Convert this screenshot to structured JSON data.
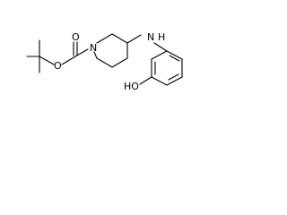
{
  "diagram": {
    "atoms": {
      "carbonyl_oxygen": "O",
      "ester_oxygen": "O",
      "ring_nitrogen": "N",
      "amine_nitrogen": "N",
      "amine_hydrogen": "H",
      "hydroxyl": "HO"
    }
  }
}
